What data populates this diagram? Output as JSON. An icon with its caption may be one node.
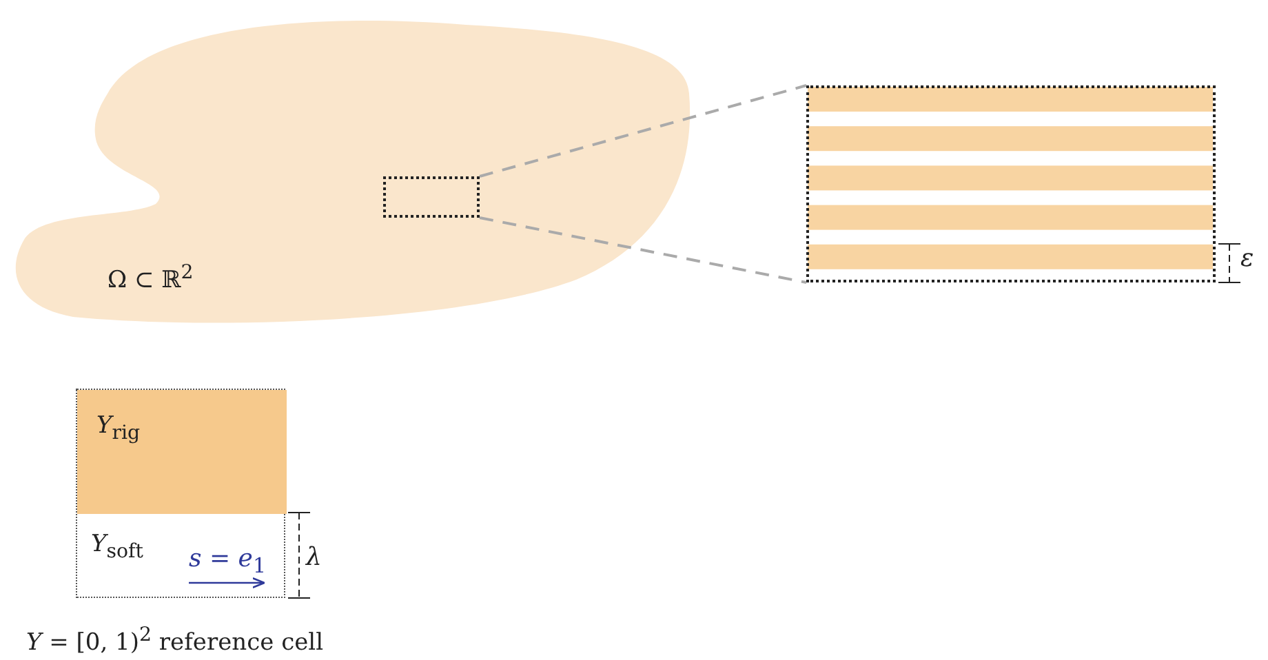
{
  "diagram": {
    "nodes": [
      {
        "text": [
          "Ω ⊂ ℝ$^{2}$"
        ]
      },
      {
        "text": [],
        "shape": "box",
        "in": 0
      },
      {
        "text": [],
        "shape": "box"
      },
      {
        "text": [
          "*Y* = [0, 1)$^{2}$ reference cell"
        ]
      },
      {
        "text": [
          "*Y*$_{rig}$"
        ],
        "in": 3
      },
      {
        "text": [
          "*Y*$_{soft}$"
        ],
        "in": 3
      }
    ],
    "edges": [
      {
        "from": 1,
        "to": 2,
        "arrow": "none",
        "style": "dashed"
      }
    ],
    "labels": [
      "ε",
      "*s* = *e*$_{1}$",
      "λ"
    ]
  }
}
